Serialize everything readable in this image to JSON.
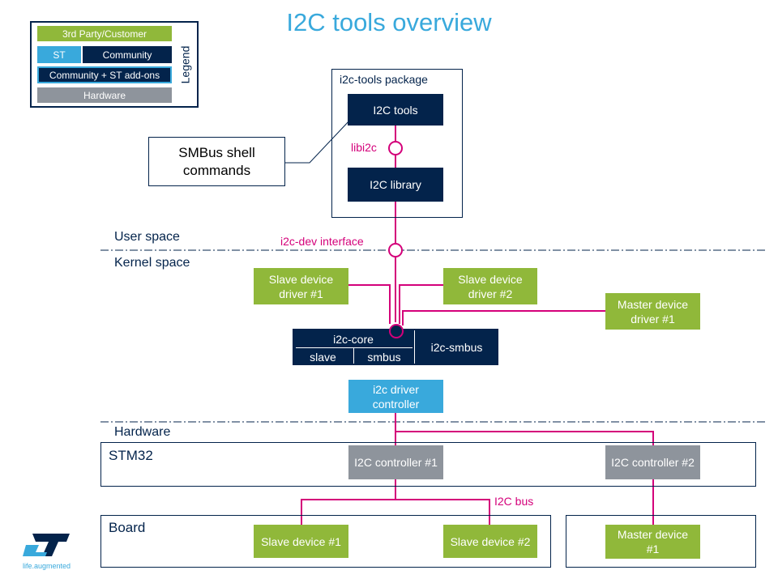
{
  "title": "I2C tools overview",
  "legend": {
    "heading": "Legend",
    "third_party": "3rd Party/Customer",
    "st": "ST",
    "community": "Community",
    "community_st": "Community + ST add-ons",
    "hardware": "Hardware"
  },
  "package": {
    "label": "i2c-tools package",
    "tools": "I2C tools",
    "libi2c": "libi2c",
    "library": "I2C library"
  },
  "smbus_shell": "SMBus shell commands",
  "spaces": {
    "user": "User space",
    "kernel": "Kernel space",
    "hardware": "Hardware"
  },
  "i2c_dev_interface": "i2c-dev interface",
  "drivers": {
    "slave1": "Slave device driver #1",
    "slave2": "Slave device driver #2",
    "master1": "Master device driver #1"
  },
  "core": {
    "core": "i2c-core",
    "slave": "slave",
    "smbus": "smbus",
    "i2c_smbus": "i2c-smbus"
  },
  "driver_controller": "i2c driver controller",
  "stm32": {
    "label": "STM32",
    "controller1": "I2C controller #1",
    "controller2": "I2C controller #2"
  },
  "i2c_bus": "I2C bus",
  "board": {
    "label": "Board",
    "slave1": "Slave device #1",
    "slave2": "Slave device #2",
    "master1": "Master device #1"
  },
  "logo": {
    "mark": "ST",
    "tagline": "life.augmented"
  },
  "colors": {
    "st_blue": "#39a9dc",
    "navy": "#03234b",
    "green": "#90b83a",
    "grey": "#8e949c",
    "magenta": "#d4007a"
  }
}
